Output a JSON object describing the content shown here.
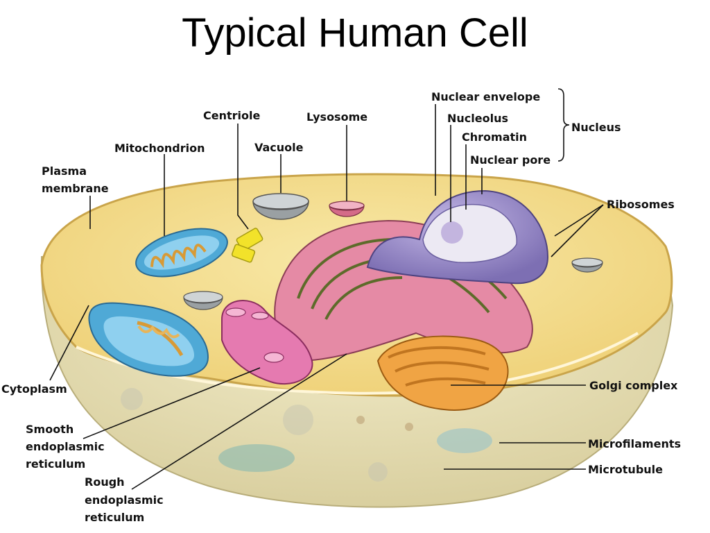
{
  "title": "Typical Human Cell",
  "labels": {
    "plasma_membrane_1": "Plasma",
    "plasma_membrane_2": "membrane",
    "mitochondrion": "Mitochondrion",
    "centriole": "Centriole",
    "vacuole": "Vacuole",
    "lysosome": "Lysosome",
    "nuclear_envelope": "Nuclear envelope",
    "nucleolus": "Nucleolus",
    "chromatin": "Chromatin",
    "nuclear_pore": "Nuclear pore",
    "nucleus": "Nucleus",
    "ribosomes": "Ribosomes",
    "cytoplasm": "Cytoplasm",
    "smooth_er_1": "Smooth",
    "smooth_er_2": "endoplasmic",
    "smooth_er_3": "reticulum",
    "rough_er_1": "Rough",
    "rough_er_2": "endoplasmic",
    "rough_er_3": "reticulum",
    "golgi": "Golgi complex",
    "microfilaments": "Microfilaments",
    "microtubule": "Microtubule"
  },
  "colors": {
    "cytoplasm": "#f3dc8e",
    "cell_body": "#e7dfb7",
    "mitochondrion": "#4fa9d6",
    "nucleus": "#9b8ec9",
    "rough_er": "#e58aa5",
    "golgi": "#f0a444",
    "centriole": "#f2e22a"
  }
}
